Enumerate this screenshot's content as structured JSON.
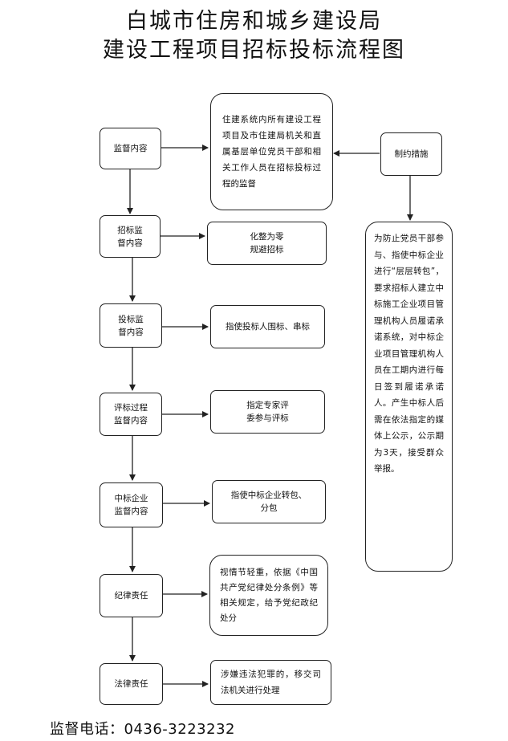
{
  "title": {
    "line1": "白城市住房和城乡建设局",
    "line2": "建设工程项目招标投标流程图"
  },
  "left_steps": [
    "监督内容",
    "招标监\n督内容",
    "投标监\n督内容",
    "评标过程\n监督内容",
    "中标企业\n监督内容",
    "纪律责任",
    "法律责任"
  ],
  "right_steps": [
    "住建系统内所有建设工程项目及市住建局机关和直属基层单位党员干部和相关工作人员在招标投标过程的监督",
    "化整为零\n规避招标",
    "指使投标人围标、串标",
    "指定专家评\n委参与评标",
    "指使中标企业转包、\n分包",
    "视情节轻重，依据《中国共产党纪律处分条例》等相关规定，给予党纪政纪处分",
    "涉嫌违法犯罪的，移交司法机关进行处理"
  ],
  "constraint": {
    "label": "制约措施",
    "detail": "为防止党员干部参与、指使中标企业进行“层层转包”，要求招标人建立中标施工企业项目管理机构人员履诺承诺系统，对中标企业项目管理机构人员在工期内进行每日签到履诺承诺人。产生中标人后需在依法指定的媒体上公示，公示期为3天，接受群众举报。"
  },
  "footer": {
    "label": "监督电话：",
    "phone": "0436-3223232"
  }
}
